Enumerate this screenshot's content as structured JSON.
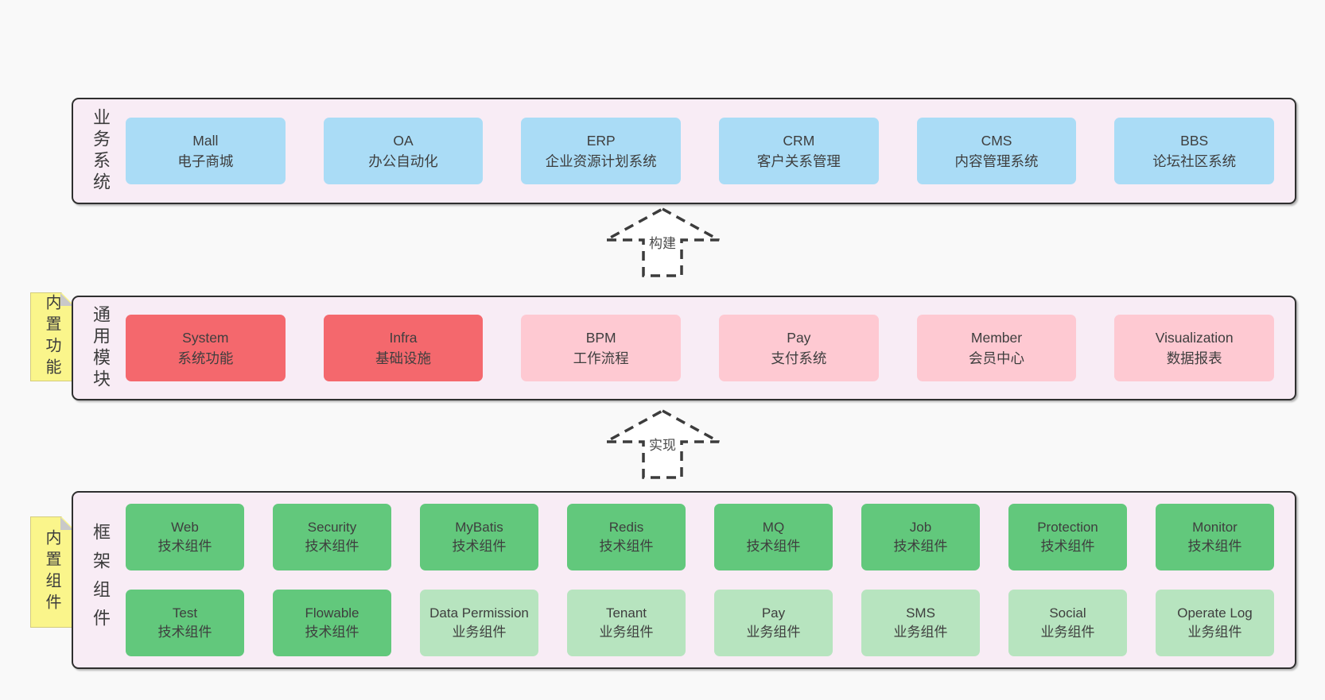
{
  "colors": {
    "page_bg": "#f9f9f9",
    "band_bg": "#f8ecf5",
    "band_border": "#2f2f2f",
    "blue": "#aadcf6",
    "red": "#f4686d",
    "pink": "#fec9d2",
    "green": "#62c87c",
    "light_green": "#b7e4bf",
    "sticky": "#faf58b",
    "sticky_fold": "#c9c9c9",
    "arrow": "#3c3c3c",
    "text": "#3e3e3e"
  },
  "layers": [
    {
      "label": "业务系统",
      "boxes": [
        {
          "name": "Mall",
          "desc": "电子商城"
        },
        {
          "name": "OA",
          "desc": "办公自动化"
        },
        {
          "name": "ERP",
          "desc": "企业资源计划系统"
        },
        {
          "name": "CRM",
          "desc": "客户关系管理"
        },
        {
          "name": "CMS",
          "desc": "内容管理系统"
        },
        {
          "name": "BBS",
          "desc": "论坛社区系统"
        }
      ]
    },
    {
      "label": "通用模块",
      "sticky": "内置功能",
      "boxes": [
        {
          "name": "System",
          "desc": "系统功能"
        },
        {
          "name": "Infra",
          "desc": "基础设施"
        },
        {
          "name": "BPM",
          "desc": "工作流程"
        },
        {
          "name": "Pay",
          "desc": "支付系统"
        },
        {
          "name": "Member",
          "desc": "会员中心"
        },
        {
          "name": "Visualization",
          "desc": "数据报表"
        }
      ]
    },
    {
      "label": "框架组件",
      "sticky": "内置组件",
      "rows": [
        [
          {
            "name": "Web",
            "desc": "技术组件"
          },
          {
            "name": "Security",
            "desc": "技术组件"
          },
          {
            "name": "MyBatis",
            "desc": "技术组件"
          },
          {
            "name": "Redis",
            "desc": "技术组件"
          },
          {
            "name": "MQ",
            "desc": "技术组件"
          },
          {
            "name": "Job",
            "desc": "技术组件"
          },
          {
            "name": "Protection",
            "desc": "技术组件"
          },
          {
            "name": "Monitor",
            "desc": "技术组件"
          }
        ],
        [
          {
            "name": "Test",
            "desc": "技术组件"
          },
          {
            "name": "Flowable",
            "desc": "技术组件"
          },
          {
            "name": "Data Permission",
            "desc": "业务组件"
          },
          {
            "name": "Tenant",
            "desc": "业务组件"
          },
          {
            "name": "Pay",
            "desc": "业务组件"
          },
          {
            "name": "SMS",
            "desc": "业务组件"
          },
          {
            "name": "Social",
            "desc": "业务组件"
          },
          {
            "name": "Operate Log",
            "desc": "业务组件"
          }
        ]
      ]
    }
  ],
  "arrows": [
    {
      "label": "构建"
    },
    {
      "label": "实现"
    }
  ]
}
